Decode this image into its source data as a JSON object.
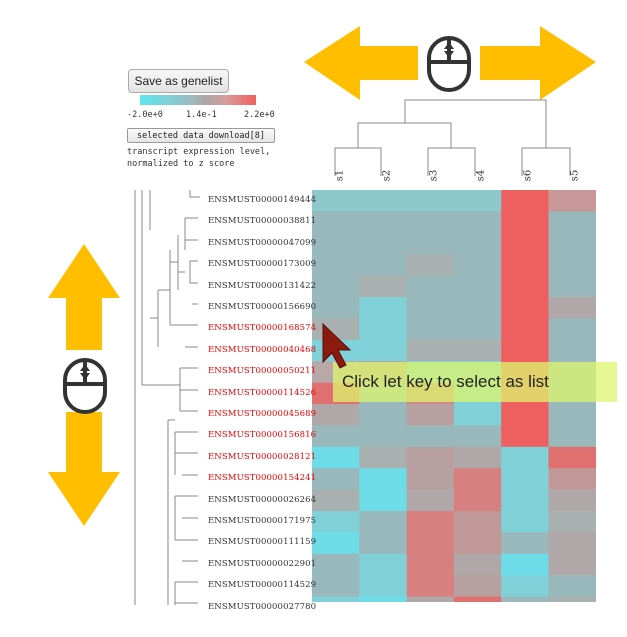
{
  "toolbar": {
    "save_label": "Save as genelist",
    "download_label": "selected data download[8]"
  },
  "colorscale": {
    "min_label": "-2.0e+0",
    "mid_label": "1.4e-1",
    "max_label": "2.2e+0"
  },
  "description": {
    "line1": "transcript expression level,",
    "line2": "normalized to z score"
  },
  "columns": [
    "s1",
    "s2",
    "s3",
    "s4",
    "s6",
    "s5"
  ],
  "rows": [
    {
      "label": "ENSMUST00000149444",
      "selected": false
    },
    {
      "label": "ENSMUST00000038811",
      "selected": false
    },
    {
      "label": "ENSMUST00000047099",
      "selected": false
    },
    {
      "label": "ENSMUST00000173009",
      "selected": false
    },
    {
      "label": "ENSMUST00000131422",
      "selected": false
    },
    {
      "label": "ENSMUST00000156690",
      "selected": false
    },
    {
      "label": "ENSMUST00000168574",
      "selected": true
    },
    {
      "label": "ENSMUST00000040468",
      "selected": true
    },
    {
      "label": "ENSMUST00000050211",
      "selected": true
    },
    {
      "label": "ENSMUST00000114526",
      "selected": true
    },
    {
      "label": "ENSMUST00000045689",
      "selected": true
    },
    {
      "label": "ENSMUST00000156816",
      "selected": true
    },
    {
      "label": "ENSMUST00000028121",
      "selected": true
    },
    {
      "label": "ENSMUST00000154241",
      "selected": true
    },
    {
      "label": "ENSMUST00000026264",
      "selected": false
    },
    {
      "label": "ENSMUST00000171975",
      "selected": false
    },
    {
      "label": "ENSMUST00000111159",
      "selected": false
    },
    {
      "label": "ENSMUST00000022901",
      "selected": false
    },
    {
      "label": "ENSMUST00000114529",
      "selected": false
    },
    {
      "label": "ENSMUST00000027780",
      "selected": false
    }
  ],
  "heatmap_colors": [
    [
      "#8cc8cc",
      "#8cc8cc",
      "#8cc8cc",
      "#8cc8cc",
      "#ee6060",
      "#c89898"
    ],
    [
      "#98b8bc",
      "#98b8bc",
      "#98b8bc",
      "#98b8bc",
      "#ee6060",
      "#98b8bc"
    ],
    [
      "#98b8bc",
      "#98b8bc",
      "#98b8bc",
      "#98b8bc",
      "#ee6060",
      "#98b8bc"
    ],
    [
      "#98b8bc",
      "#98b8bc",
      "#a8b0b0",
      "#98b8bc",
      "#ee6060",
      "#98b8bc"
    ],
    [
      "#98b8bc",
      "#a8b0b0",
      "#98b8bc",
      "#98b8bc",
      "#ee6060",
      "#98b8bc"
    ],
    [
      "#98b8bc",
      "#80d0d8",
      "#98b8bc",
      "#98b8bc",
      "#ee6060",
      "#b0a8a8"
    ],
    [
      "#a8b0b0",
      "#80d0d8",
      "#98b8bc",
      "#98b8bc",
      "#ee6060",
      "#98b8bc"
    ],
    [
      "#7ed2da",
      "#80d0d8",
      "#a8b0b0",
      "#a8b0b0",
      "#ee6060",
      "#98b8bc"
    ],
    [
      "#b8a8a8",
      "#b8a0a0",
      "#80d0d8",
      "#80d0d8",
      "#ee6060",
      "#98b8bc"
    ],
    [
      "#e07070",
      "#98b8bc",
      "#d08888",
      "#80d0d8",
      "#ee6060",
      "#98b8bc"
    ],
    [
      "#b0a8a8",
      "#98b8bc",
      "#b8a0a0",
      "#80d0d8",
      "#ee6060",
      "#98b8bc"
    ],
    [
      "#98b8bc",
      "#98b8bc",
      "#98b8bc",
      "#98b8bc",
      "#ee6060",
      "#98b8bc"
    ],
    [
      "#6edce6",
      "#a8b0b0",
      "#b8a0a0",
      "#b0a8a8",
      "#80d0d8",
      "#e07070"
    ],
    [
      "#98b8bc",
      "#6edce6",
      "#b8a0a0",
      "#d88080",
      "#80d0d8",
      "#c09898"
    ],
    [
      "#a8b0b0",
      "#6edce6",
      "#b0a8a8",
      "#d88080",
      "#80d0d8",
      "#b0a8a8"
    ],
    [
      "#80d0d8",
      "#98b8bc",
      "#d88080",
      "#c09898",
      "#80d0d8",
      "#a8b0b0"
    ],
    [
      "#6edce6",
      "#98b8bc",
      "#d88080",
      "#c09898",
      "#98b8bc",
      "#b0a8a8"
    ],
    [
      "#98b8bc",
      "#80d0d8",
      "#d88080",
      "#b0a8a8",
      "#6edce6",
      "#b0a8a8"
    ],
    [
      "#98b8bc",
      "#80d0d8",
      "#d88080",
      "#b8a0a0",
      "#80d0d8",
      "#98b8bc"
    ],
    [
      "#80d0d8",
      "#6edce6",
      "#b0a8a8",
      "#e07070",
      "#98b8bc",
      "#a8b0b0"
    ]
  ],
  "tooltip": {
    "text": "Click let key to select as list"
  },
  "colors": {
    "arrow": "#ffbf00",
    "selected_label": "#ee0000",
    "normal_label": "#333333"
  }
}
